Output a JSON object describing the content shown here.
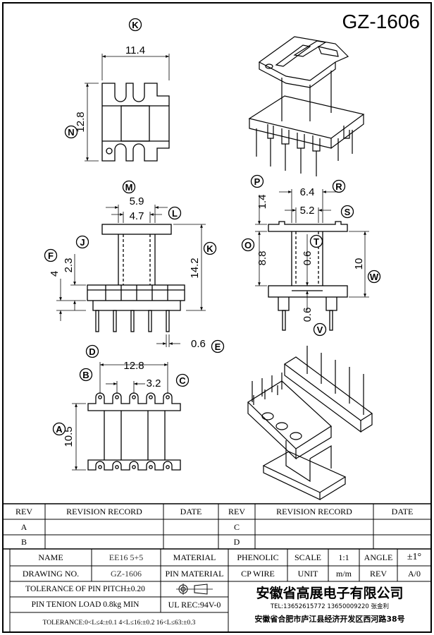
{
  "drawing_id": "GZ-1606",
  "dimensions": {
    "top_width": "11.4",
    "top_height": "12.8",
    "front_m": "5.9",
    "front_l": "4.7",
    "front_j": "2.3",
    "front_f": "4",
    "front_k": "14.2",
    "pin_width": "0.6",
    "side_r": "6.4",
    "side_s": "5.2",
    "side_p": "1.4",
    "side_o": "8.8",
    "side_t": "0.6",
    "side_w": "10",
    "side_v": "0.6",
    "bottom_d": "12.8",
    "bottom_c": "3.2",
    "bottom_a": "10.5"
  },
  "callouts": {
    "a": "A",
    "b": "B",
    "c": "C",
    "d": "D",
    "e": "E",
    "f": "F",
    "j": "J",
    "k1": "K",
    "k2": "K",
    "l": "L",
    "m": "M",
    "n": "N",
    "o": "O",
    "p": "P",
    "r": "R",
    "s": "S",
    "t": "T",
    "v": "V",
    "w": "W"
  },
  "revision_table": {
    "headers": [
      "REV",
      "REVISION RECORD",
      "DATE",
      "REV",
      "REVISION RECORD",
      "DATE"
    ],
    "row1": [
      "A",
      "",
      "",
      "C",
      "",
      ""
    ],
    "row2": [
      "B",
      "",
      "",
      "D",
      "",
      ""
    ]
  },
  "title_block": {
    "name_label": "NAME",
    "name_value": "EE16 5+5",
    "material_label": "MATERIAL",
    "material_value": "PHENOLIC",
    "scale_label": "SCALE",
    "scale_value": "1:1",
    "angle_label": "ANGLE",
    "angle_value": "±1°",
    "drawing_no_label": "DRAWING NO.",
    "drawing_no_value": "GZ-1606",
    "pin_material_label": "PIN MATERIAL",
    "pin_material_value": "CP WIRE",
    "unit_label": "UNIT",
    "unit_value": "m/m",
    "rev_label": "REV",
    "rev_value": "A/0",
    "tolerance_pitch": "TOLERANCE OF PIN PITCH±0.20",
    "pin_tension": "PIN TENION LOAD 0.8kg MIN",
    "ul_rec": "UL REC:94V-0",
    "tolerance_ranges": "TOLERANCE:0<L≤4:±0.1  4<L≤16:±0.2  16<L≤63:±0.3",
    "company_name": "安徽省高展电子有限公司",
    "company_tel": "TEL:13652615772 13650009220 张金利",
    "company_address": "安徽省合肥市庐江县经济开发区西河路38号"
  }
}
